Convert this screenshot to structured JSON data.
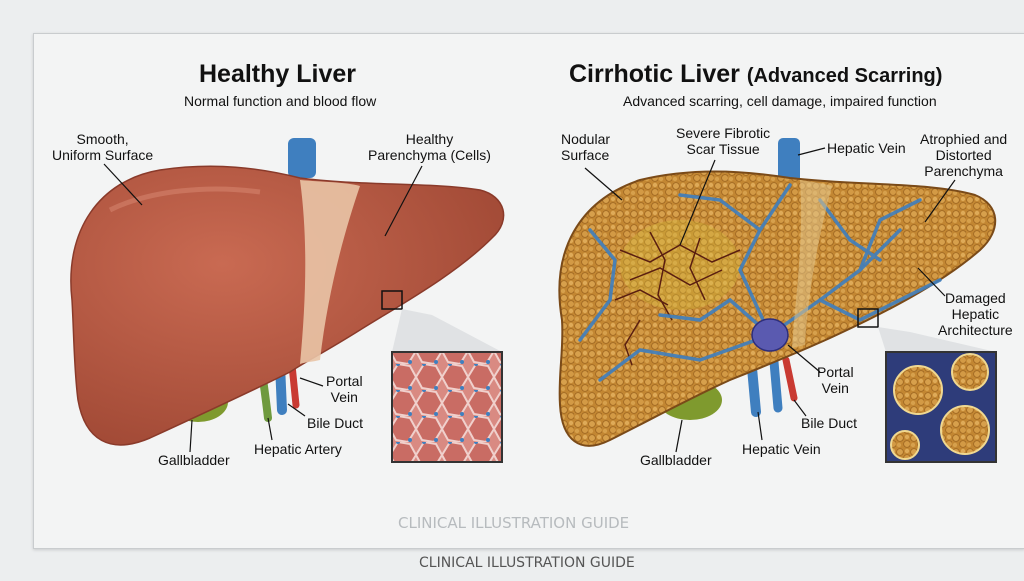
{
  "healthy": {
    "title": "Healthy Liver",
    "subtitle": "Normal function and blood flow",
    "labels": {
      "surface": "Smooth,\nUniform Surface",
      "parenchyma": "Healthy\nParenchyma (Cells)",
      "portal_vein": "Portal\nVein",
      "bile_duct": "Bile Duct",
      "hepatic_artery": "Hepatic Artery",
      "gallbladder": "Gallbladder"
    }
  },
  "cirrhotic": {
    "title": "Cirrhotic Liver",
    "title_suffix": "(Advanced Scarring)",
    "subtitle": "Advanced scarring, cell damage, impaired function",
    "labels": {
      "surface": "Nodular\nSurface",
      "scar": "Severe Fibrotic\nScar Tissue",
      "hepatic_vein_top": "Hepatic Vein",
      "parenchyma": "Atrophied and\nDistorted\nParenchyma",
      "architecture": "Damaged\nHepatic\nArchitecture",
      "portal_vein": "Portal\nVein",
      "bile_duct": "Bile Duct",
      "hepatic_vein_bottom": "Hepatic Vein",
      "gallbladder": "Gallbladder"
    }
  },
  "watermark": {
    "inner": "CLINICAL ILLUSTRATION GUIDE",
    "outer": "CLINICAL ILLUSTRATION GUIDE"
  },
  "colors": {
    "healthy_liver": "#b85a45",
    "cirrhotic_liver": "#c8903a",
    "vein_blue": "#3f7fbf",
    "artery_red": "#c93a32",
    "bile_green": "#6f9a3e",
    "gallbladder": "#7f9a2e"
  }
}
